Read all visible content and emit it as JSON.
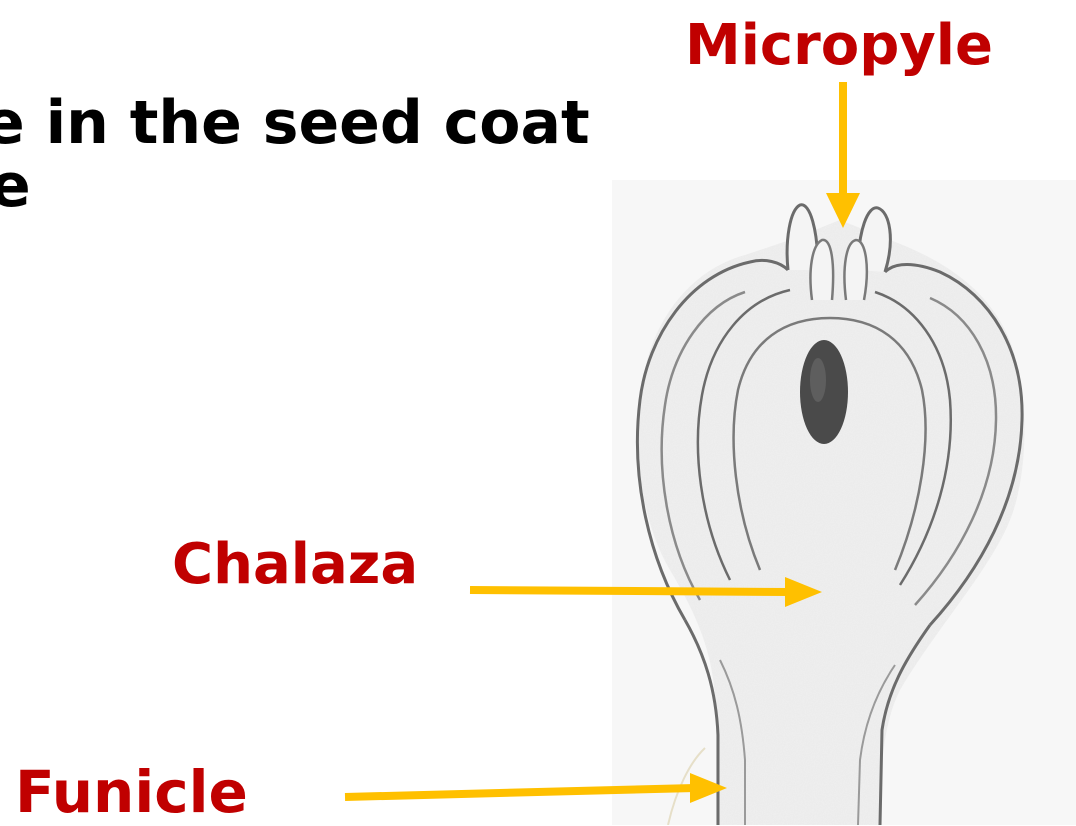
{
  "heading": {
    "line_1": "e in the seed coat",
    "line_2": "e"
  },
  "labels": {
    "micropyle": "Micropyle",
    "chalaza": "Chalaza",
    "funicle": "Funicle"
  },
  "colors": {
    "label_text": "#c00000",
    "arrow": "#ffc000",
    "heading_text": "#000000",
    "drawing_stroke": "#6b6b6b"
  }
}
